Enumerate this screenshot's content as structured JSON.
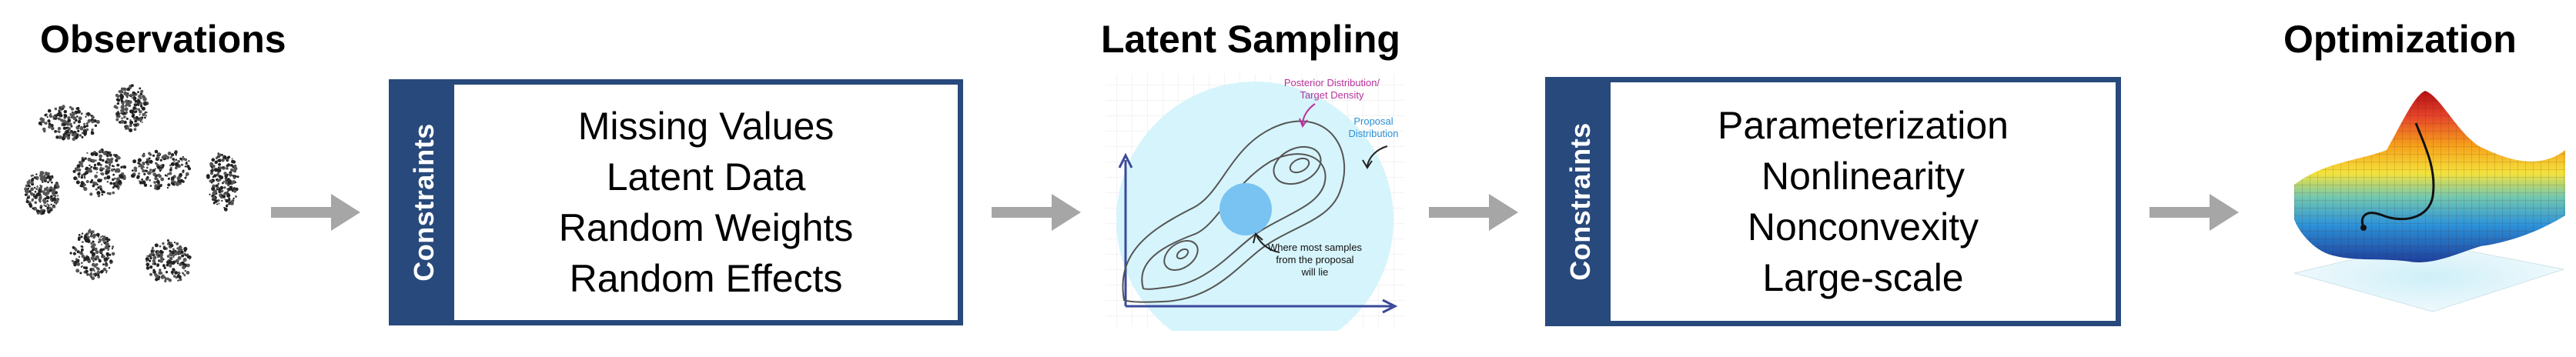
{
  "titles": {
    "observations": "Observations",
    "latent_sampling": "Latent Sampling",
    "optimization": "Optimization"
  },
  "box_left": {
    "side_label": "Constraints",
    "lines": [
      "Missing Values",
      "Latent Data",
      "Random Weights",
      "Random Effects"
    ]
  },
  "box_right": {
    "side_label": "Constraints",
    "lines": [
      "Parameterization",
      "Nonlinearity",
      "Nonconvexity",
      "Large-scale"
    ]
  },
  "sampling_annotations": {
    "posterior_line1": "Posterior Distribution/",
    "posterior_line2": "Target Density",
    "proposal_line1": "Proposal",
    "proposal_line2": "Distribution",
    "samples_line1": "Where most samples",
    "samples_line2": "from the proposal",
    "samples_line3": "will lie"
  },
  "colors": {
    "box_border": "#28497b",
    "arrow": "#a6a6a6",
    "posterior_label": "#b8329b",
    "proposal_label": "#2c8fd6",
    "proposal_region": "#d6f4fb",
    "sample_blob": "#78c3f2"
  }
}
